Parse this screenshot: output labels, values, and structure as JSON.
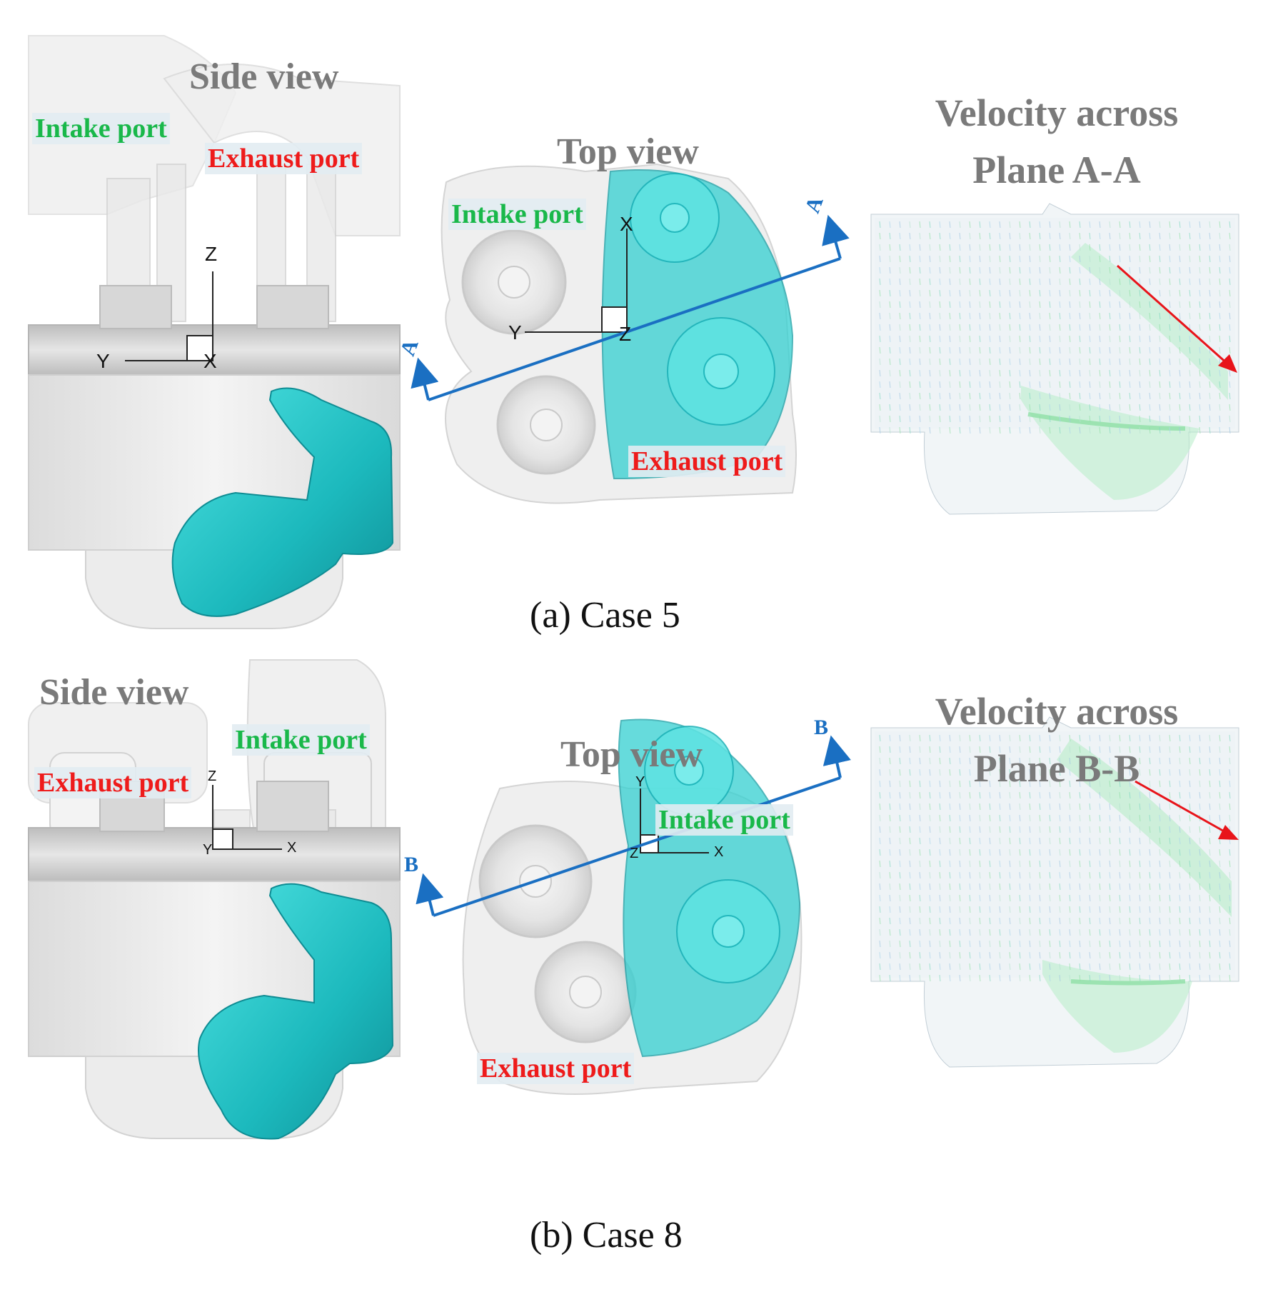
{
  "panels": [
    {
      "side_view_title": "Side view",
      "top_view_title": "Top view",
      "side_intake": "Intake port",
      "side_exhaust": "Exhaust port",
      "top_intake": "Intake port",
      "top_exhaust": "Exhaust port",
      "velocity_title_line1": "Velocity across",
      "velocity_title_line2": "Plane A-A",
      "plane_letter": "A",
      "side_axes": {
        "vertical": "Z",
        "horizontal": "Y",
        "origin": "X"
      },
      "top_axes": {
        "vertical": "X",
        "horizontal": "Y",
        "origin": "Z"
      },
      "caption": "(a) Case 5"
    },
    {
      "side_view_title": "Side view",
      "top_view_title": "Top view",
      "side_intake": "Intake port",
      "side_exhaust": "Exhaust port",
      "top_intake": "Intake port",
      "top_exhaust": "Exhaust port",
      "velocity_title_line1": "Velocity across",
      "velocity_title_line2": "Plane B-B",
      "plane_letter": "B",
      "side_axes": {
        "vertical": "Z",
        "horizontal": "X",
        "origin": "Y"
      },
      "top_axes": {
        "vertical": "Y",
        "horizontal": "X",
        "origin": "Z"
      },
      "caption": "(b) Case 8"
    }
  ],
  "colors": {
    "intake": "#19b84a",
    "exhaust": "#ee1b1b",
    "title_gray": "#7a7a7a",
    "plane_line": "#1a6fc2",
    "flow_surface": "#22c7c9",
    "vector_arrow": "#e8141a"
  }
}
